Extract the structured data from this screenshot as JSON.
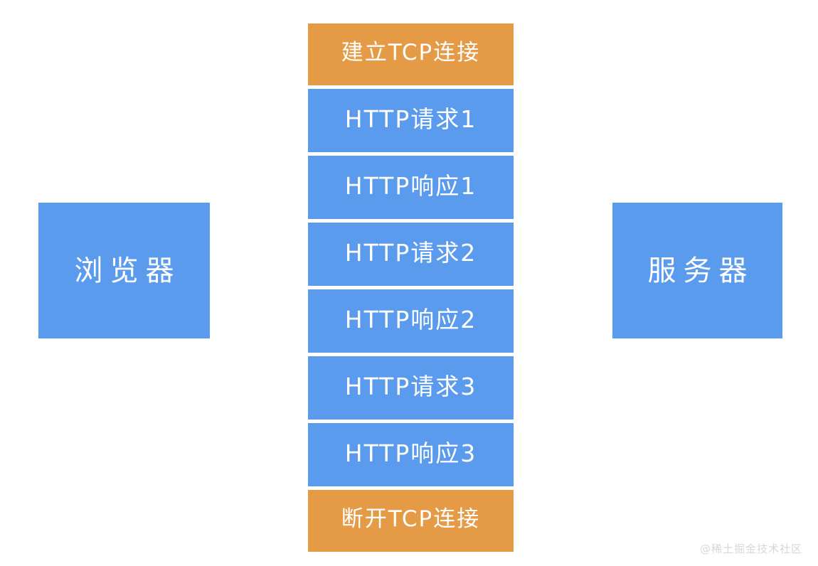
{
  "diagram": {
    "type": "sequence-stack",
    "background_color": "#ffffff",
    "palette": {
      "blue": "#5b9bed",
      "orange": "#e59a46",
      "text": "#ffffff",
      "watermark": "#d7d7d7"
    },
    "nodes": [
      {
        "id": "browser",
        "label": "浏览器",
        "color": "#5b9bed",
        "side": "left"
      },
      {
        "id": "server",
        "label": "服务器",
        "color": "#5b9bed",
        "side": "right"
      }
    ],
    "messages": [
      {
        "label": "建立TCP连接",
        "kind": "control",
        "color": "#e59a46"
      },
      {
        "label": "HTTP请求1",
        "kind": "exchange",
        "color": "#5b9bed"
      },
      {
        "label": "HTTP响应1",
        "kind": "exchange",
        "color": "#5b9bed"
      },
      {
        "label": "HTTP请求2",
        "kind": "exchange",
        "color": "#5b9bed"
      },
      {
        "label": "HTTP响应2",
        "kind": "exchange",
        "color": "#5b9bed"
      },
      {
        "label": "HTTP请求3",
        "kind": "exchange",
        "color": "#5b9bed"
      },
      {
        "label": "HTTP响应3",
        "kind": "exchange",
        "color": "#5b9bed"
      },
      {
        "label": "断开TCP连接",
        "kind": "control",
        "color": "#e59a46"
      }
    ]
  },
  "watermark": {
    "text": "@稀土掘金技术社区"
  }
}
